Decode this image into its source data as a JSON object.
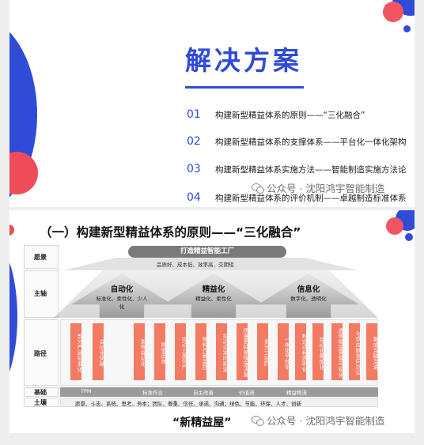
{
  "slide1": {
    "title": "解决方案",
    "agenda": [
      {
        "num": "01",
        "text": "构建新型精益体系的原则——“三化融合”"
      },
      {
        "num": "02",
        "text": "构建新型精益体系的支撑体系——平台化一体化架构"
      },
      {
        "num": "03",
        "text": "构建新型精益体系实施方法——智能制造实施方法论"
      },
      {
        "num": "04",
        "text": "构建新型精益体系的评价机制——卓越制造标准体系"
      }
    ],
    "watermark": "公众号 · 沈阳鸿宇智能制造"
  },
  "slide2": {
    "title": "（一）构建新型精益体系的原则——“三化融合”",
    "row_labels": {
      "vision": "愿景",
      "main_axis": "主轴",
      "path": "路径",
      "foundation": "基础",
      "soil": "土壤"
    },
    "banner": "打造精益智能工厂",
    "banner_sub": "品质好、成本低、效率高、交期短",
    "axes": [
      {
        "title": "自动化",
        "sub": "标准化、柔性化、少人化"
      },
      {
        "title": "精益化",
        "sub": "精益化、柔性化"
      },
      {
        "title": "信息化",
        "sub": "数字化、透明化"
      }
    ],
    "pillars": [
      "部分产品标准化",
      "自动化突破",
      "柔性自动化",
      "降低库存",
      "拉动上游生产",
      "物料齐套监控",
      "拉动式准时配送",
      "质量更好更快速决策",
      "多分工协同",
      "一体化平台化",
      "制造过程透明化",
      "自动化集成化",
      "透明精益管理可视化",
      "与供应链协同办公",
      "集成互联互通"
    ],
    "foundation": [
      "TPM",
      "标准作业",
      "自主改善",
      "价值流",
      "精益物流"
    ],
    "soil": "愿景、斗志、系统、思考、务本；团队、尊重、信任、承诺、沟通；绿色、节能、环保、人才、创新",
    "caption": "“新精益屋”",
    "watermark": "公众号 · 沈阳鸿宇智能制造"
  },
  "colors": {
    "brand_blue": "#2f4bd8",
    "accent_red": "#ef4c5a",
    "pillar_orange": "#f37b63"
  }
}
